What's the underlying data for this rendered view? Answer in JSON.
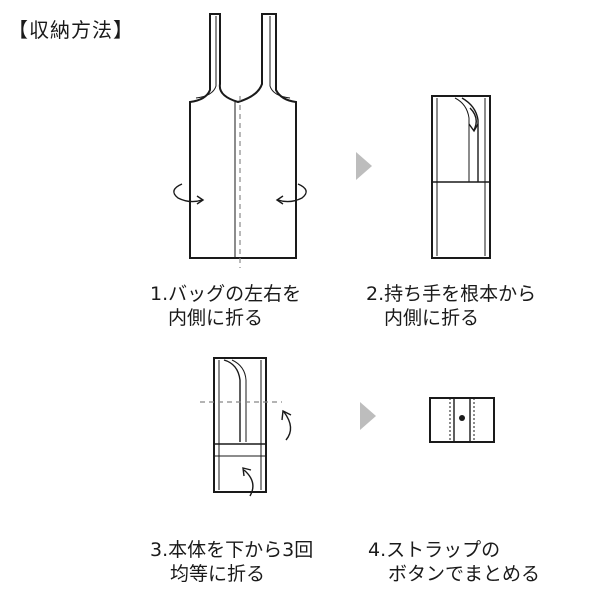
{
  "title": "【収納方法】",
  "steps": [
    {
      "line1": "1.バッグの左右を",
      "line2": "内側に折る"
    },
    {
      "line1": "2.持ち手を根本から",
      "line2": "内側に折る"
    },
    {
      "line1": "3.本体を下から3回",
      "line2": "均等に折る"
    },
    {
      "line1": "4.ストラップの",
      "line2": "ボタンでまとめる"
    }
  ],
  "colors": {
    "line": "#1a1a1a",
    "arrow": "#bdbdbd",
    "dash": "#888888"
  }
}
